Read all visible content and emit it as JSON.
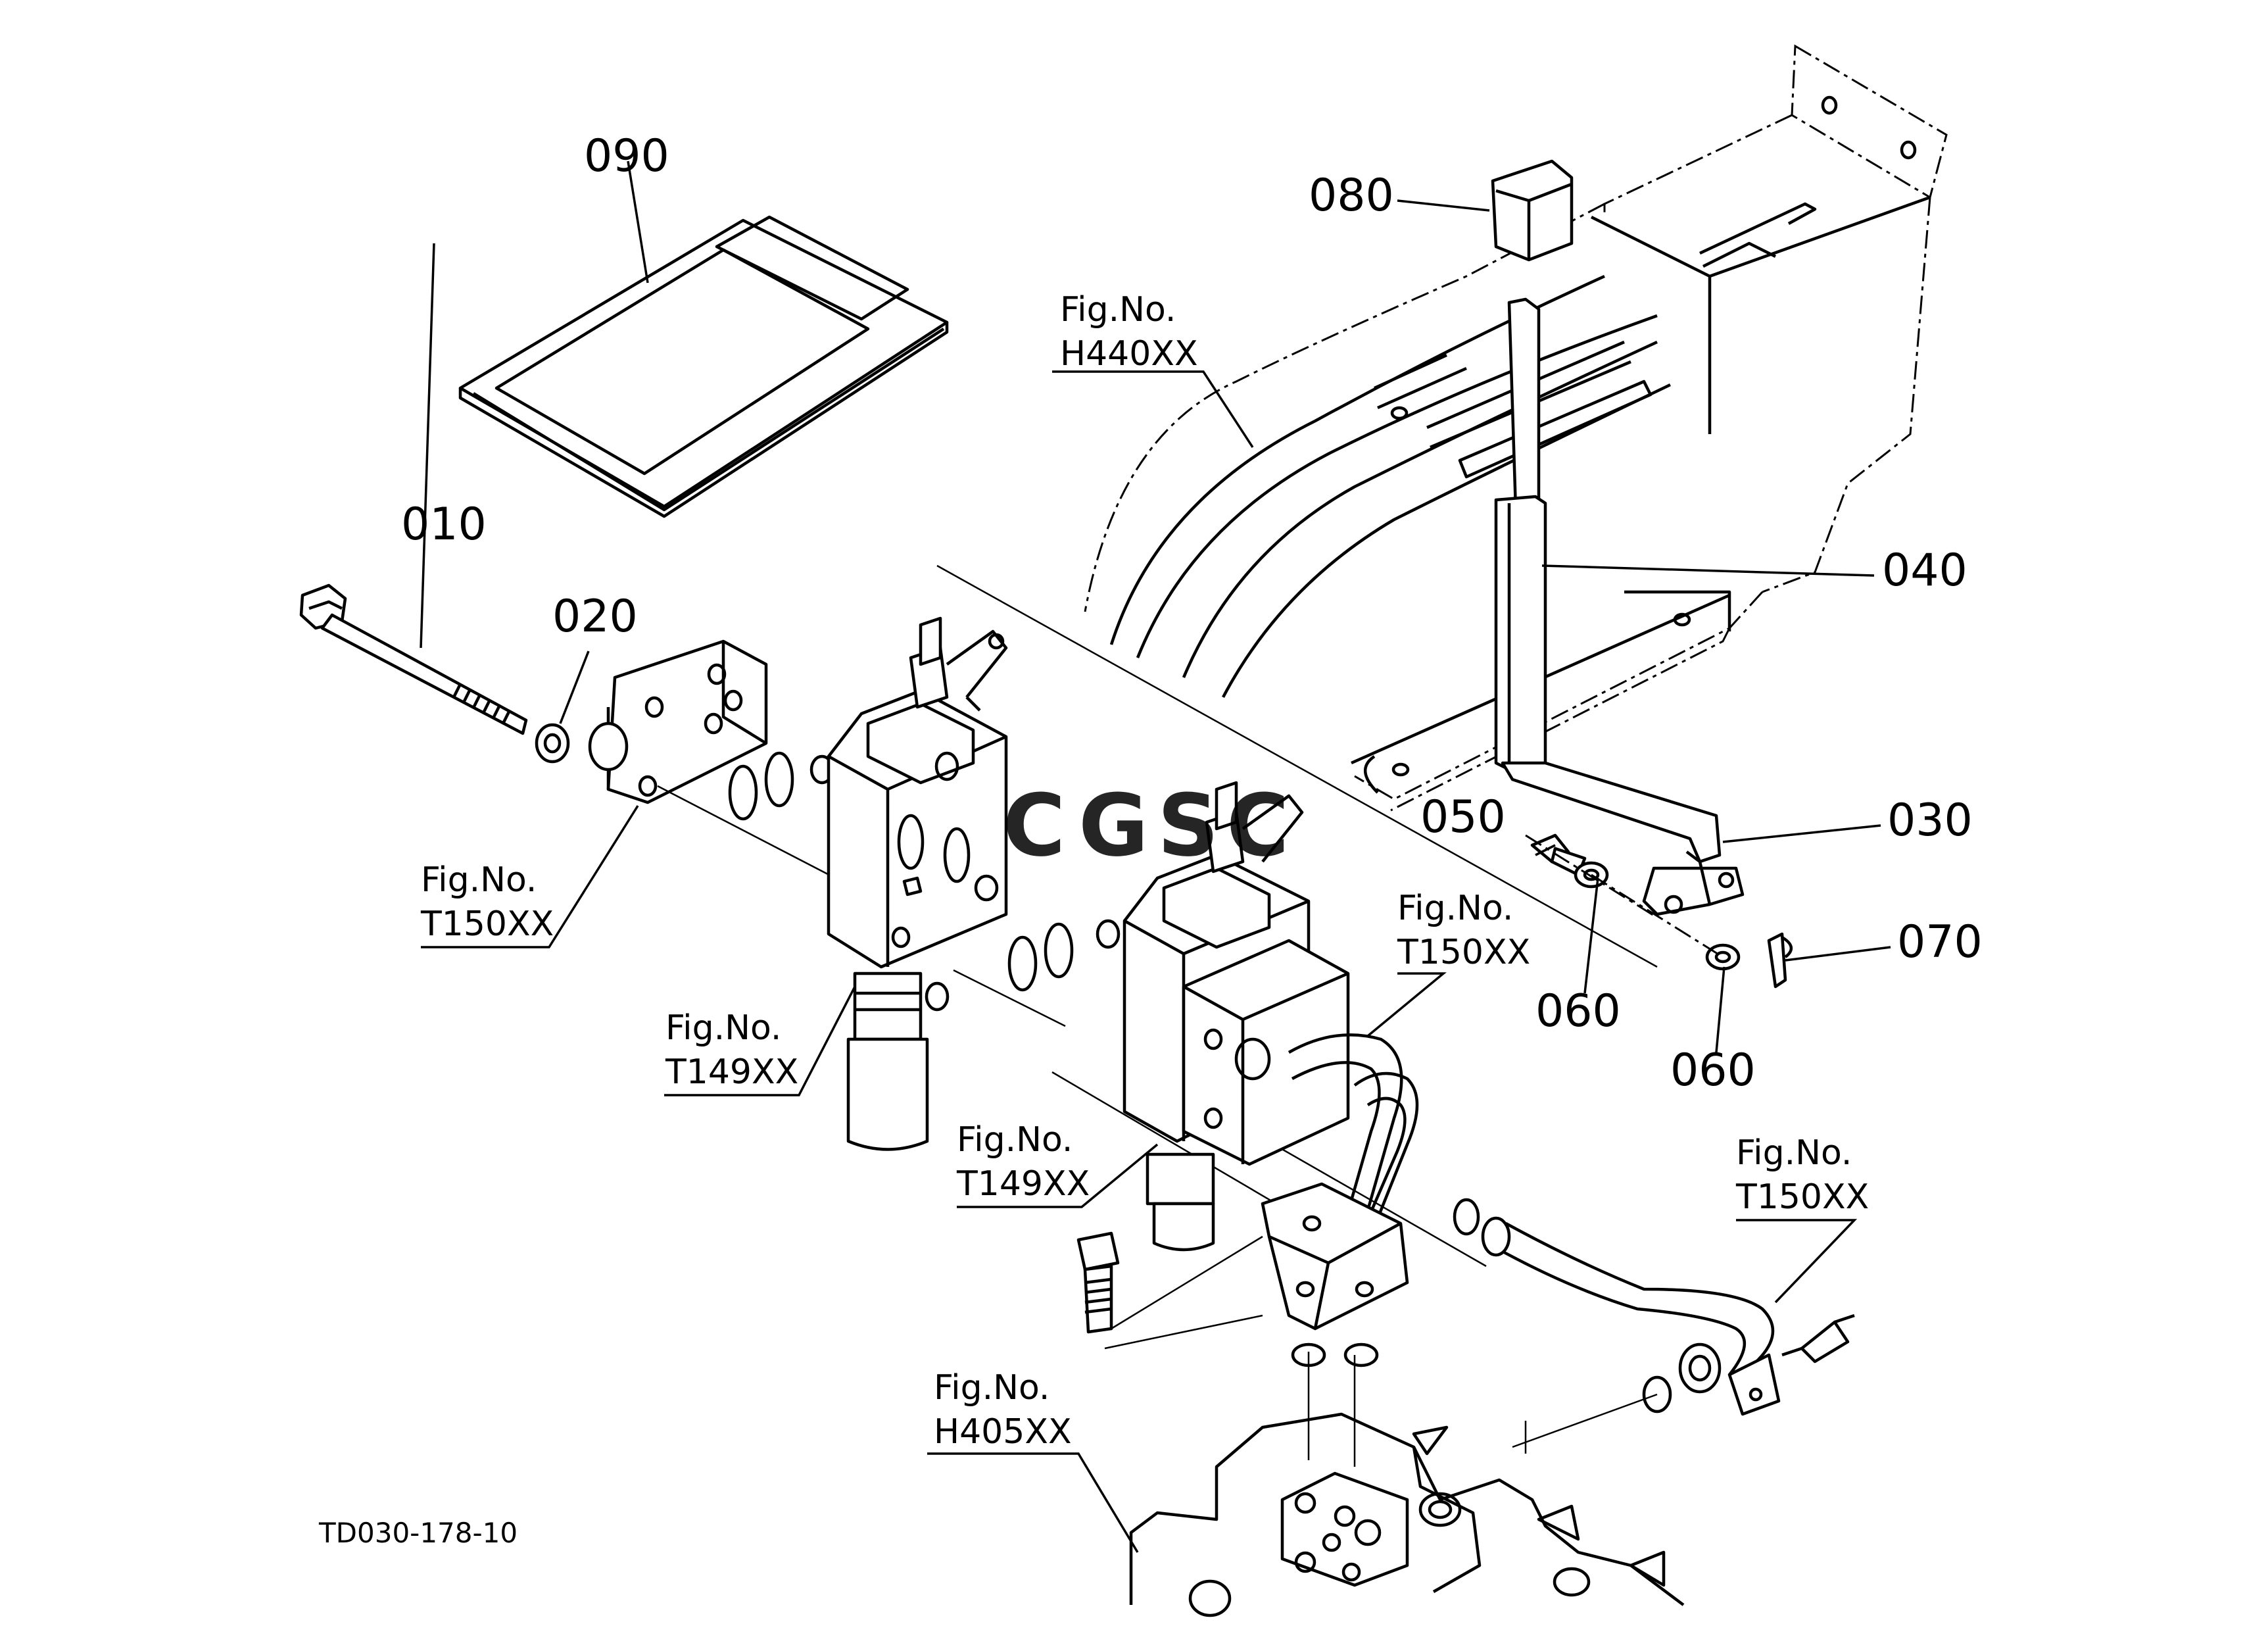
{
  "part_labels": {
    "p010": "010",
    "p020": "020",
    "p030": "030",
    "p040": "040",
    "p050": "050",
    "p060a": "060",
    "p060b": "060",
    "p070": "070",
    "p080": "080",
    "p090": "090"
  },
  "figure_refs": {
    "fig_h440": {
      "prefix": "Fig.No.",
      "code": "H440XX"
    },
    "fig_t150_left": {
      "prefix": "Fig.No.",
      "code": "T150XX"
    },
    "fig_t149_left": {
      "prefix": "Fig.No.",
      "code": "T149XX"
    },
    "fig_t149_mid": {
      "prefix": "Fig.No.",
      "code": "T149XX"
    },
    "fig_t150_mid": {
      "prefix": "Fig.No.",
      "code": "T150XX"
    },
    "fig_t150_right": {
      "prefix": "Fig.No.",
      "code": "T150XX"
    },
    "fig_h405": {
      "prefix": "Fig.No.",
      "code": "H405XX"
    }
  },
  "drawing_code": "TD030-178-10",
  "watermark": {
    "letters": [
      "C",
      "G",
      "S",
      "C"
    ],
    "colors": [
      "#5b8fe8",
      "#e8736b",
      "#f2c43a",
      "#5cc68a"
    ]
  }
}
